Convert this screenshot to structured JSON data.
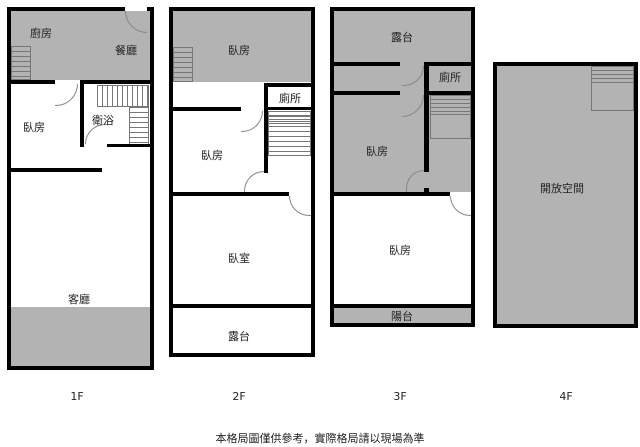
{
  "floors": [
    {
      "id": "1F",
      "label": "1F",
      "rooms": {
        "kitchen": "廚房",
        "dining": "餐廳",
        "bedroom": "臥房",
        "bathroom": "衛浴",
        "living": "客廳"
      }
    },
    {
      "id": "2F",
      "label": "2F",
      "rooms": {
        "bedroom_top": "臥房",
        "toilet": "廁所",
        "bedroom_mid": "臥房",
        "bedroom_large": "臥室",
        "terrace": "露台"
      }
    },
    {
      "id": "3F",
      "label": "3F",
      "rooms": {
        "terrace": "露台",
        "toilet": "廁所",
        "bedroom_mid": "臥房",
        "bedroom_large": "臥房",
        "balcony": "陽台"
      }
    },
    {
      "id": "4F",
      "label": "4F",
      "rooms": {
        "open_space": "開放空間"
      }
    }
  ],
  "colors": {
    "wall": "#000000",
    "shaded_area": "#b3b3b3",
    "background": "#ffffff"
  },
  "disclaimer": "本格局圖僅供參考，實際格局請以現場為準"
}
